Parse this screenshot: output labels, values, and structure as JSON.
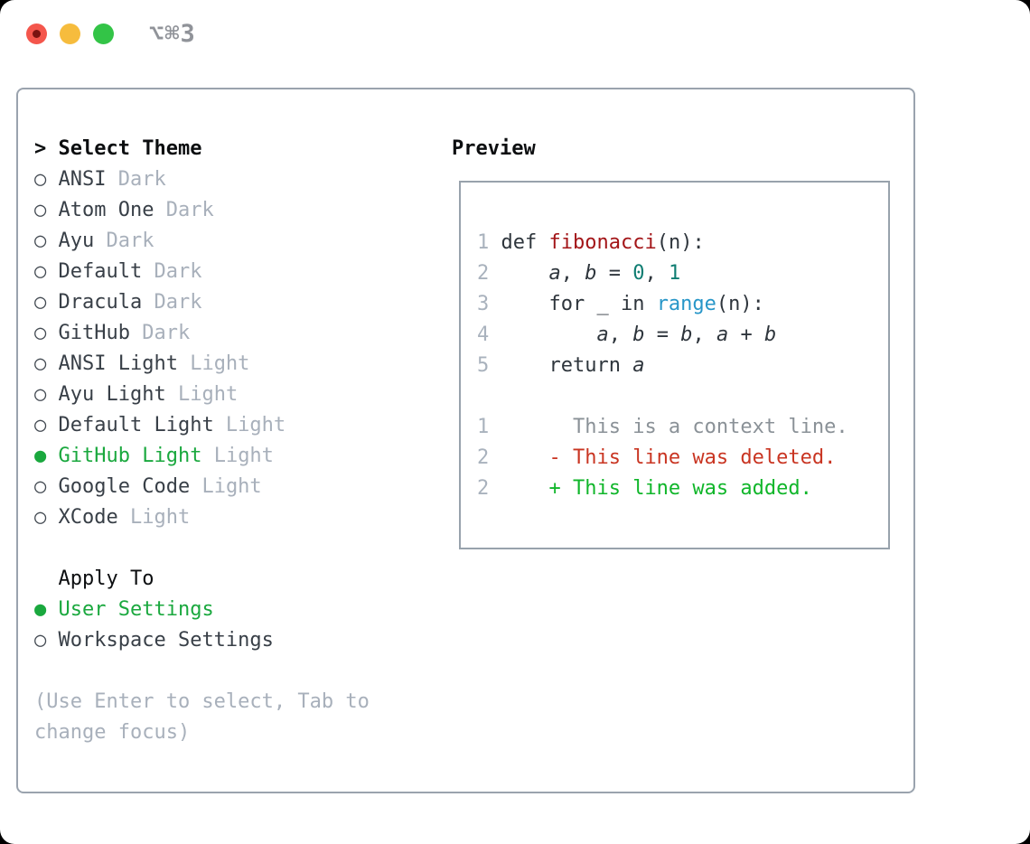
{
  "window": {
    "title": "⌥⌘3",
    "traffic_lights": [
      {
        "name": "close",
        "color": "#f4564c"
      },
      {
        "name": "minimize",
        "color": "#f6bc3d"
      },
      {
        "name": "zoom",
        "color": "#33c447"
      }
    ]
  },
  "colors": {
    "accent_green": "#1aa83e",
    "panel_border": "#9aa3ae",
    "muted": "#a8b0bb",
    "text_dark": "#383f47",
    "heading": "#0c0e10",
    "code_func_red": "#a31518",
    "code_number_teal": "#0f7d72",
    "code_builtin_blue": "#2796c8",
    "diff_context_gray": "#8a9197",
    "diff_deleted_red": "#c93522",
    "diff_added_green": "#10b62a"
  },
  "theme_picker": {
    "header": {
      "prompt": ">",
      "label": "Select Theme"
    },
    "themes": [
      {
        "name": "ANSI",
        "variant": "Dark",
        "selected": false
      },
      {
        "name": "Atom One",
        "variant": "Dark",
        "selected": false
      },
      {
        "name": "Ayu",
        "variant": "Dark",
        "selected": false
      },
      {
        "name": "Default",
        "variant": "Dark",
        "selected": false
      },
      {
        "name": "Dracula",
        "variant": "Dark",
        "selected": false
      },
      {
        "name": "GitHub",
        "variant": "Dark",
        "selected": false
      },
      {
        "name": "ANSI Light",
        "variant": "Light",
        "selected": false
      },
      {
        "name": "Ayu Light",
        "variant": "Light",
        "selected": false
      },
      {
        "name": "Default Light",
        "variant": "Light",
        "selected": false
      },
      {
        "name": "GitHub Light",
        "variant": "Light",
        "selected": true
      },
      {
        "name": "Google Code",
        "variant": "Light",
        "selected": false
      },
      {
        "name": "XCode",
        "variant": "Light",
        "selected": false
      }
    ],
    "radio_unselected": "○",
    "radio_selected": "●",
    "apply_to": {
      "label": "Apply To",
      "options": [
        {
          "name": "User Settings",
          "selected": true
        },
        {
          "name": "Workspace Settings",
          "selected": false
        }
      ]
    },
    "hint": "(Use Enter to select, Tab to change focus)"
  },
  "preview": {
    "label": "Preview",
    "code_lines": [
      {
        "no": "1",
        "segments": [
          {
            "t": "def ",
            "c": "plain"
          },
          {
            "t": "fibonacci",
            "c": "func"
          },
          {
            "t": "(n):",
            "c": "plain"
          }
        ]
      },
      {
        "no": "2",
        "segments": [
          {
            "t": "    ",
            "c": "plain"
          },
          {
            "t": "a",
            "c": "var"
          },
          {
            "t": ", ",
            "c": "plain"
          },
          {
            "t": "b",
            "c": "var"
          },
          {
            "t": " = ",
            "c": "plain"
          },
          {
            "t": "0",
            "c": "num"
          },
          {
            "t": ", ",
            "c": "plain"
          },
          {
            "t": "1",
            "c": "num"
          }
        ]
      },
      {
        "no": "3",
        "segments": [
          {
            "t": "    for _ in ",
            "c": "plain"
          },
          {
            "t": "range",
            "c": "builtin"
          },
          {
            "t": "(n):",
            "c": "plain"
          }
        ]
      },
      {
        "no": "4",
        "segments": [
          {
            "t": "        ",
            "c": "plain"
          },
          {
            "t": "a",
            "c": "var"
          },
          {
            "t": ", ",
            "c": "plain"
          },
          {
            "t": "b",
            "c": "var"
          },
          {
            "t": " = ",
            "c": "plain"
          },
          {
            "t": "b",
            "c": "var"
          },
          {
            "t": ", ",
            "c": "plain"
          },
          {
            "t": "a",
            "c": "var"
          },
          {
            "t": " + ",
            "c": "plain"
          },
          {
            "t": "b",
            "c": "var"
          }
        ]
      },
      {
        "no": "5",
        "segments": [
          {
            "t": "    return ",
            "c": "plain"
          },
          {
            "t": "a",
            "c": "var"
          }
        ]
      }
    ],
    "diff_lines": [
      {
        "no": "1",
        "text": "      This is a context line.",
        "type": "ctx"
      },
      {
        "no": "2",
        "text": "    - This line was deleted.",
        "type": "del"
      },
      {
        "no": "2",
        "text": "    + This line was added.",
        "type": "add"
      }
    ]
  }
}
